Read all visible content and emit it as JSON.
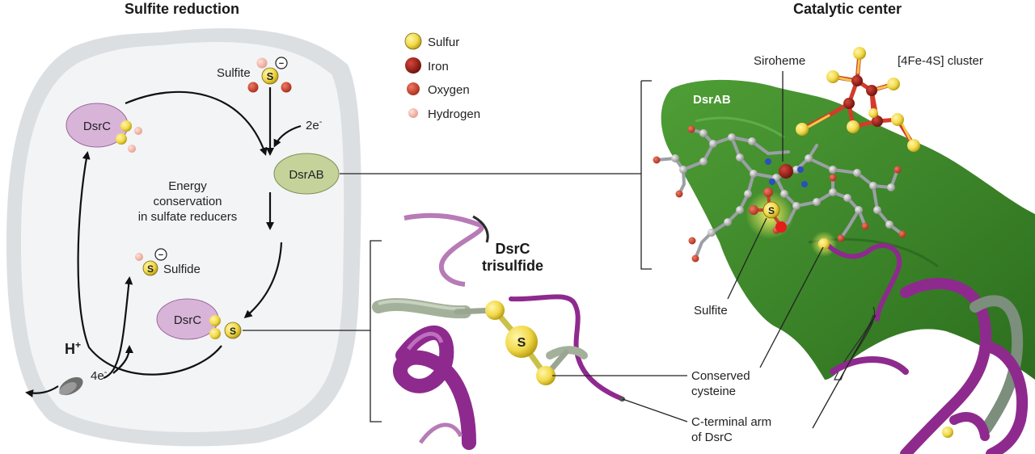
{
  "titles": {
    "left": "Sulfite reduction",
    "right": "Catalytic center"
  },
  "legend": [
    {
      "label": "Sulfur",
      "color": "#f2d94a"
    },
    {
      "label": "Iron",
      "color": "#8e1b14"
    },
    {
      "label": "Oxygen",
      "color": "#c9412a"
    },
    {
      "label": "Hydrogen",
      "color": "#f2b3a5"
    }
  ],
  "cycle": {
    "sulfite": "Sulfite",
    "sulfide": "Sulfide",
    "dsrc_top": "DsrC",
    "dsrc_bottom": "DsrC",
    "dsrab": "DsrAB",
    "two_e": "2e",
    "two_e_sup": "-",
    "four_e": "4e",
    "four_e_sup": "-",
    "h": "H",
    "h_sup": "+",
    "center_line1": "Energy",
    "center_line2": "conservation",
    "center_line3": "in sulfate reducers",
    "s": "S",
    "minus": "−"
  },
  "structure": {
    "dsrc_trisulfide_line1": "DsrC",
    "dsrc_trisulfide_line2": "trisulfide",
    "trisulfide_s": "S",
    "conserved_line1": "Conserved",
    "conserved_line2": "cysteine",
    "cterm_line1": "C-terminal arm",
    "cterm_line2": "of DsrC",
    "siroheme": "Siroheme",
    "cluster": "[4Fe-4S] cluster",
    "dsrab_surface": "DsrAB",
    "sulfite": "Sulfite",
    "sulfite_s": "S"
  },
  "colors": {
    "cell_border": "#dcdfe2",
    "cell_fill": "#f3f4f6",
    "dsrc_fill": "#d9b4d9",
    "dsrab_fill": "#c5d29a",
    "protein_green": "#3b8a2a",
    "ribbon_purple": "#8e2a8e",
    "ribbon_grey": "#a3b19a"
  }
}
